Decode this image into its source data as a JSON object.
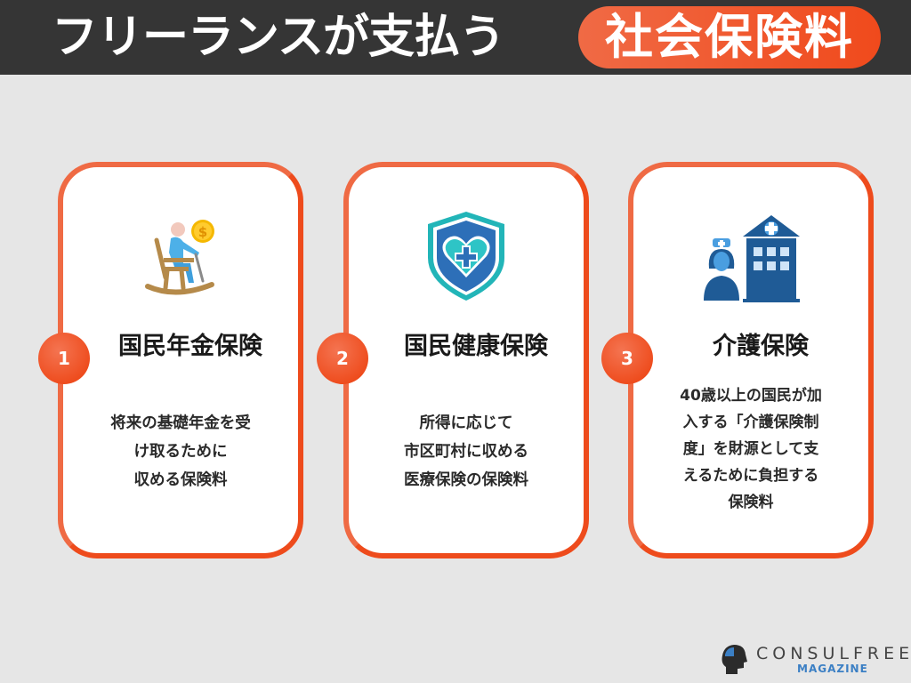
{
  "header": {
    "title": "フリーランスが支払う",
    "highlight": "社会保険料",
    "background_color": "#353535",
    "highlight_color": "#f04a1c"
  },
  "cards": [
    {
      "number": "1",
      "icon": "retiree-rocking-chair-coin-icon",
      "title": "国民年金保険",
      "description": "将来の基礎年金を受\nけ取るために\n収める保険料"
    },
    {
      "number": "2",
      "icon": "shield-heart-cross-icon",
      "title": "国民健康保険",
      "description": "所得に応じて\n市区町村に収める\n医療保険の保険料"
    },
    {
      "number": "3",
      "icon": "nurse-hospital-icon",
      "title": "介護保険",
      "description": "40歳以上の国民が加\n入する「介護保険制\n度」を財源として支\nえるために負担する\n保険料"
    }
  ],
  "colors": {
    "accent": "#ee4b1c",
    "card_bg": "#ffffff",
    "page_bg": "#e6e6e6"
  },
  "logo": {
    "name": "CONSULFREE",
    "sub": "MAGAZINE"
  }
}
